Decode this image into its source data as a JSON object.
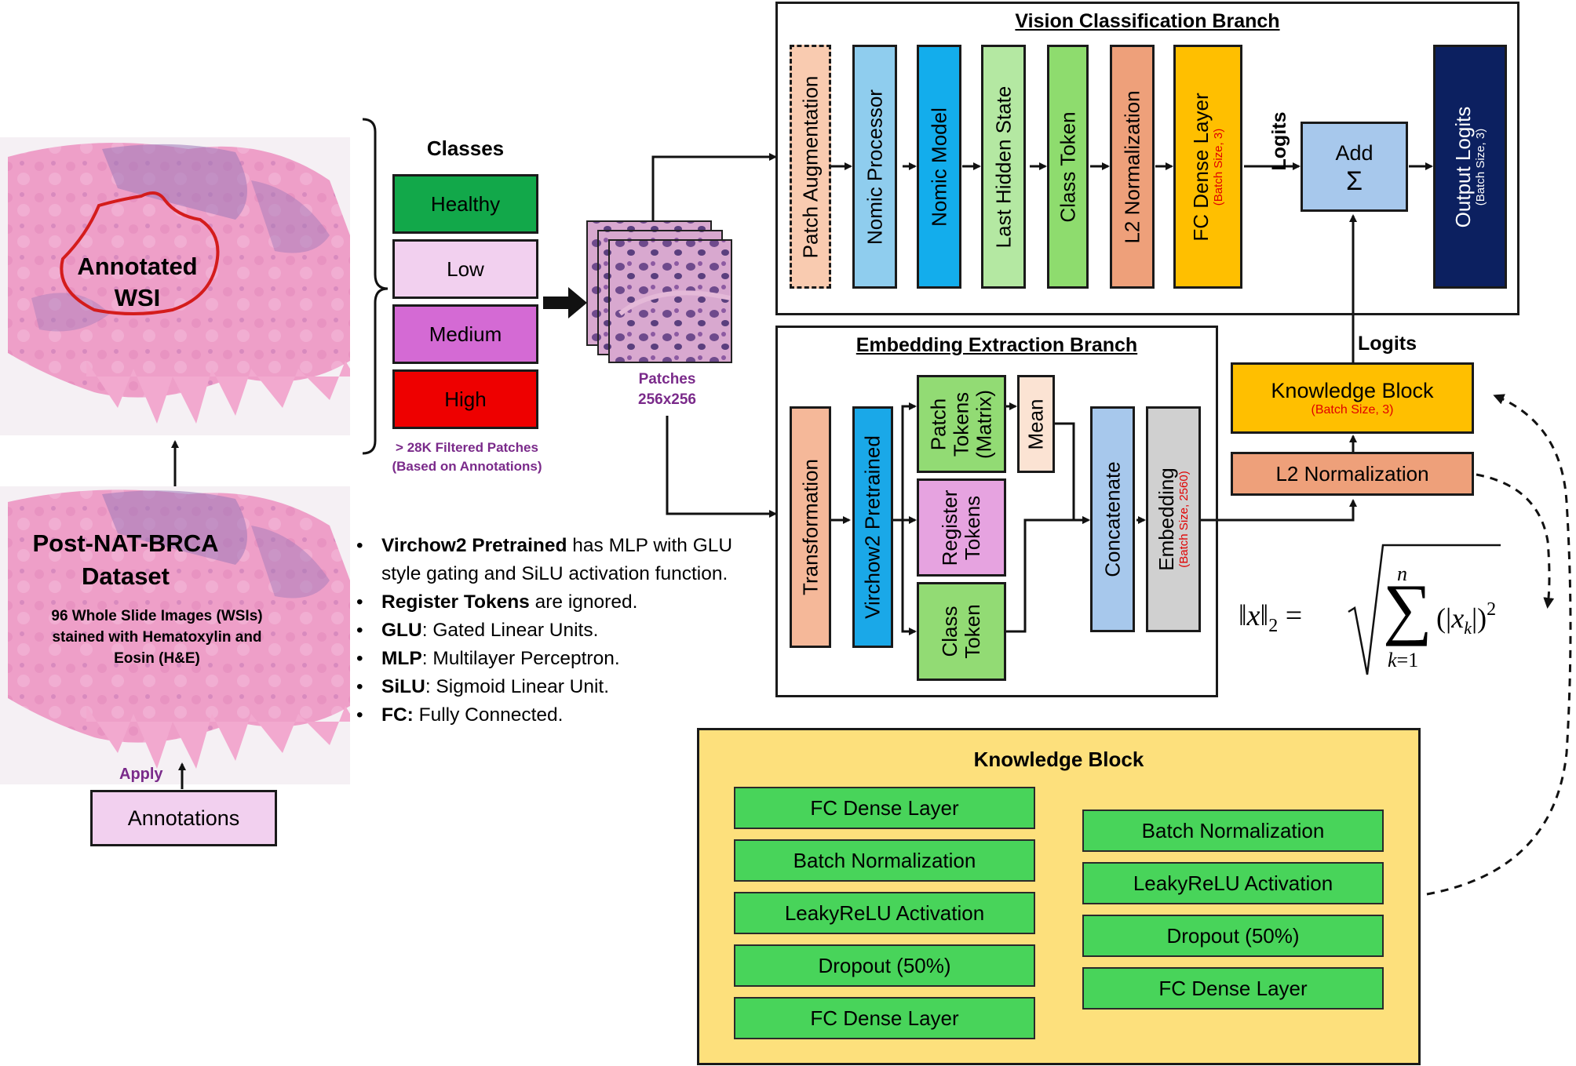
{
  "wsi_top": {
    "label_line1": "Annotated",
    "label_line2": "WSI"
  },
  "dataset": {
    "title_line1": "Post-NAT-BRCA",
    "title_line2": "Dataset",
    "desc_line1": "96 Whole Slide Images (WSIs)",
    "desc_line2": "stained with Hematoxylin and",
    "desc_line3": "Eosin (H&E)"
  },
  "annotations": {
    "apply_label": "Apply",
    "box_label": "Annotations"
  },
  "classes": {
    "title": "Classes",
    "items": [
      {
        "label": "Healthy",
        "color": "#12a84a"
      },
      {
        "label": "Low",
        "color": "#f2d0ef"
      },
      {
        "label": "Medium",
        "color": "#d46ad4"
      },
      {
        "label": "High",
        "color": "#ee0000"
      }
    ],
    "note_line1": "> 28K Filtered Patches",
    "note_line2": "(Based on Annotations)"
  },
  "patches": {
    "label_line1": "Patches",
    "label_line2": "256x256"
  },
  "notes": [
    {
      "bold": "Virchow2 Pretrained",
      "rest": " has MLP with GLU style gating and SiLU activation function."
    },
    {
      "bold": "Register Tokens",
      "rest": " are ignored."
    },
    {
      "bold": "GLU",
      "rest": ": Gated Linear Units."
    },
    {
      "bold": "MLP",
      "rest": ": Multilayer Perceptron."
    },
    {
      "bold": "SiLU",
      "rest": ": Sigmoid Linear Unit."
    },
    {
      "bold": "FC:",
      "rest": " Fully Connected."
    }
  ],
  "vision_branch": {
    "title": "Vision Classification Branch",
    "patch_augmentation": "Patch Augmentation",
    "nomic_processor": "Nomic Processor",
    "nomic_model": "Nomic Model",
    "last_hidden_state": "Last Hidden State",
    "class_token": "Class Token",
    "l2_normalization": "L2 Normalization",
    "fc_dense_layer": "FC Dense Layer",
    "fc_dense_sub": "(Batch Size, 3)",
    "logits_label": "Logits",
    "add_label": "Add",
    "sum_symbol": "Σ",
    "output_logits": "Output Logits",
    "output_logits_sub": "(Batch Size, 3)"
  },
  "embedding_branch": {
    "title": "Embedding Extraction Branch",
    "transformation": "Transformation",
    "virchow2": "Virchow2 Pretrained",
    "patch_tokens_line1": "Patch",
    "patch_tokens_line2": "Tokens",
    "patch_tokens_line3": "(Matrix)",
    "mean": "Mean",
    "register_tokens_line1": "Register",
    "register_tokens_line2": "Tokens",
    "class_token_line1": "Class",
    "class_token_line2": "Token",
    "concatenate": "Concatenate",
    "embedding": "Embedding",
    "embedding_sub": "(Batch Size, 2560)"
  },
  "right_side": {
    "logits_label": "Logits",
    "knowledge_block": "Knowledge Block",
    "knowledge_block_sub": "(Batch Size, 3)",
    "l2_normalization": "L2 Normalization"
  },
  "knowledge_detail": {
    "title": "Knowledge Block",
    "left_column": [
      "FC Dense Layer",
      "Batch Normalization",
      "LeakyReLU Activation",
      "Dropout (50%)",
      "FC Dense Layer"
    ],
    "right_column": [
      "Batch Normalization",
      "LeakyReLU Activation",
      "Dropout (50%)",
      "FC Dense Layer"
    ]
  },
  "colors": {
    "patch_aug": "#f9cbb0",
    "nomic_processor": "#8fcdee",
    "nomic_model": "#13adec",
    "last_hidden": "#b4e8a2",
    "class_token": "#8edc6e",
    "l2_norm": "#eea07a",
    "fc_dense": "#ffbf00",
    "add": "#a7c8ec",
    "output_logits": "#0c2060",
    "transformation": "#f5b899",
    "virchow2": "#1aa8e8",
    "token_green": "#92db74",
    "register_tokens": "#e6a3e0",
    "mean": "#fbe3d3",
    "concatenate": "#a7c8ec",
    "embedding": "#d0d0d0",
    "knowledge_block_bg": "#fde07c",
    "knowledge_layer": "#48d45a"
  }
}
